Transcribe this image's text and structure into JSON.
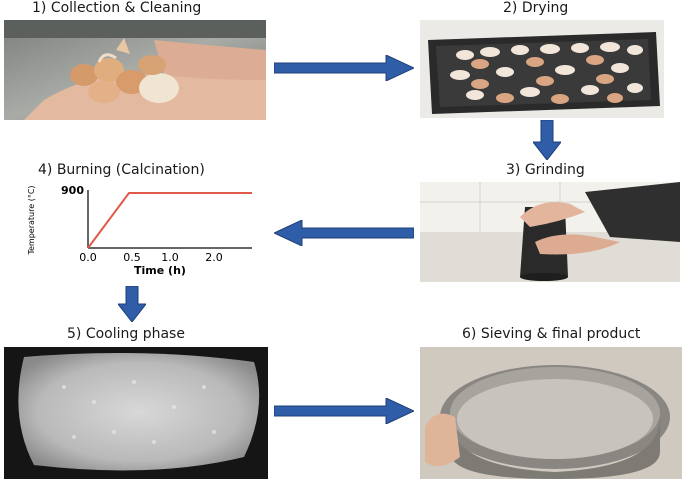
{
  "steps": [
    {
      "id": 1,
      "title": "1) Collection & Cleaning"
    },
    {
      "id": 2,
      "title": "2) Drying"
    },
    {
      "id": 3,
      "title": "3) Grinding"
    },
    {
      "id": 4,
      "title": "4) Burning (Calcination)"
    },
    {
      "id": 5,
      "title": "5) Cooling phase"
    },
    {
      "id": 6,
      "title": "6) Sieving & final product"
    }
  ],
  "chart_data": {
    "type": "line",
    "x": [
      0.0,
      0.5,
      2.5
    ],
    "series": [
      {
        "values": [
          0,
          900,
          900
        ]
      }
    ],
    "xlabel": "Time (h)",
    "ylabel": "Temperature (°C)",
    "xticks": [
      "0.0",
      "0.5",
      "1.0",
      "2.0"
    ],
    "yticks": [
      "900"
    ],
    "xlim": [
      0,
      2.5
    ],
    "ylim": [
      0,
      900
    ],
    "line_color": "#e05a4a"
  },
  "colors": {
    "arrow": "#2f5da8",
    "arrow_dark": "#1f3f7a"
  },
  "flow": [
    {
      "from": 1,
      "to": 2,
      "direction": "right"
    },
    {
      "from": 2,
      "to": 3,
      "direction": "down"
    },
    {
      "from": 3,
      "to": 4,
      "direction": "left"
    },
    {
      "from": 4,
      "to": 5,
      "direction": "down"
    },
    {
      "from": 5,
      "to": 6,
      "direction": "right"
    }
  ]
}
